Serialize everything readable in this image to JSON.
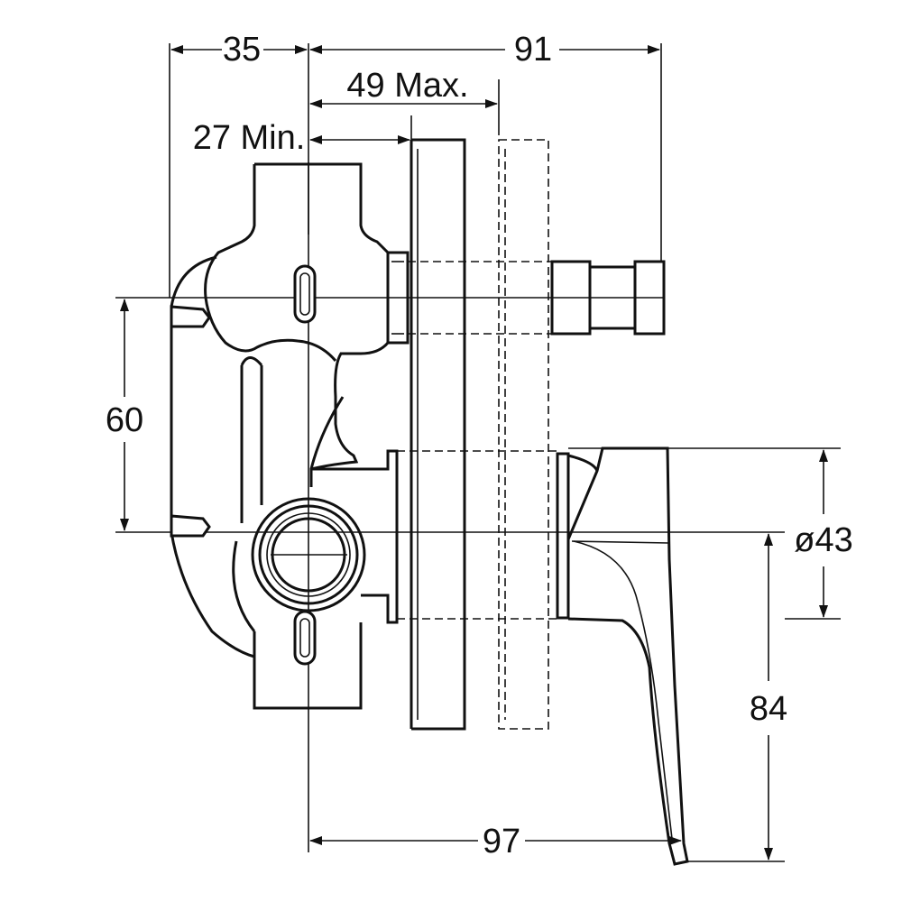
{
  "drawing": {
    "dimensions": {
      "d35": "35",
      "d91": "91",
      "d49max": "49 Max.",
      "d27min": "27 Min.",
      "d60": "60",
      "d43": "ø43",
      "d84": "84",
      "d97": "97"
    },
    "colors": {
      "ink": "#111111",
      "paper": "#ffffff"
    }
  }
}
